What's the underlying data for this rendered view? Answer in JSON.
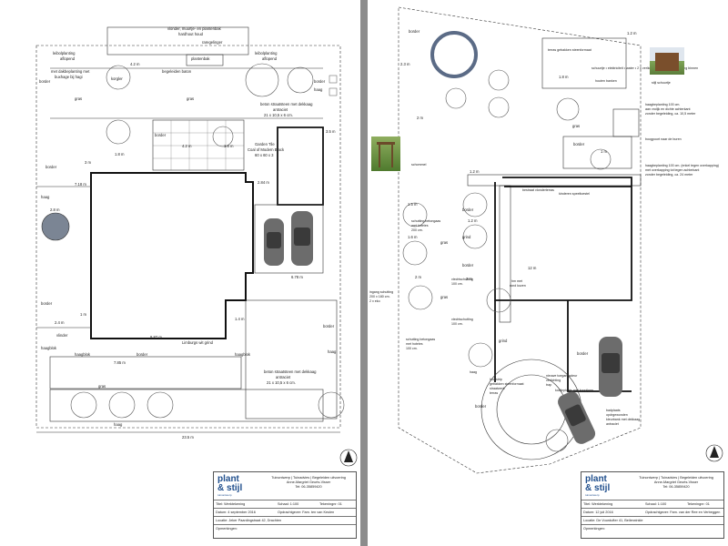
{
  "left_page": {
    "labels": {
      "vlonder": "vlonder, muurtje- en plantenbak",
      "hardhout": "hardhout houd",
      "reginning": "raregelinger",
      "plantenbak": "plantenbak",
      "leiboom_l": "leibolplanting",
      "afloopend_l": "aflopend",
      "leiboom_r": "leibolplanting",
      "afloopend_r": "aflopend",
      "dakbeplanting": "met dakbeplanting met",
      "buxushaag": "buxhage bij hagi",
      "begeleiden": "begeleiden baton",
      "korgler": "korgler",
      "border1": "border",
      "border2": "border",
      "border3": "border",
      "border4": "border",
      "border5": "border",
      "border6": "border",
      "border7": "border",
      "gras1": "gras",
      "gras2": "gras",
      "gras3": "gras",
      "haag1": "haag",
      "haag2": "haag",
      "haag3": "haag",
      "haag4": "haag",
      "beton1": "beton straatsteen met dekkaag",
      "antraciet1": "antraciet",
      "afm1": "21 x 10,5 x 6 cm.",
      "garden_tile": "Garden Tile",
      "coal_tile": "Coal of Modern Black",
      "tile_size": "60 x 60 x 3",
      "limburgs": "Limburgs wit grind",
      "beton2": "beton straatsteen met dekkaag",
      "antraciet2": "antraciet",
      "afm2": "21 x 10,5 x 6 cm.",
      "haagblok1": "haagblok",
      "haagblok2": "haagblok",
      "haagblok3": "haagblok",
      "vlinder": "vlinder",
      "dim_total": "23.5 m",
      "dim_785": "7.85 m",
      "dim_42": "4.2 m",
      "dim_42b": "4.2 m",
      "dim_18": "1.8 m",
      "dim_18b": "1.8 m",
      "dim_3": "3 m",
      "dim_678": "6.78 m",
      "dim_987": "9.87 m",
      "dim_24": "2.4 m",
      "dim_1": "1 m",
      "dim_14": "1.4 m",
      "dim_28": "2.8 m",
      "dim_284": "2.84 m",
      "dim_718": "7.18 m",
      "dim_35": "3.5 m"
    },
    "title_block": {
      "logo_plant": "plant",
      "logo_amp": "&",
      "logo_stijl": "stijl",
      "logo_tag": "tuinontwerp",
      "head_line1": "Tuinontwerp  |  Tuinadvies  |  Begeleiden uitvoering",
      "head_line2": "Anne-Margriet Geurts-Visser",
      "head_line3": "Tel: 06-35859420",
      "titel": "Titel: Werktekening",
      "schaal": "Schaal: 1:100",
      "tekening": "Tekeningnr: 01",
      "datum": "Datum: 4 september 2016",
      "opdrachtgever": "Opdrachtgever: Fam. ten van Keulen",
      "locatie": "Locatie: Jeker Paardingstraat 42, Drachten",
      "opmerkingen": "Opmerkingen:"
    }
  },
  "right_page": {
    "labels": {
      "border_a": "border",
      "border_b": "border",
      "border_c": "border",
      "border_d": "border",
      "border_e": "border",
      "border_f": "border",
      "gras_a": "gras",
      "gras_b": "gras",
      "gras_c": "gras",
      "grind_a": "grind",
      "grind_b": "grind",
      "dim_23": "2.3 m",
      "dim_2": "2 m",
      "dim_2b": "2 m",
      "dim_2c": "2 m",
      "dim_12": "1.2 m",
      "dim_12b": "1.2 m",
      "dim_12c": "1.2 m",
      "dim_15": "1.5 m",
      "dim_16": "1.6 m",
      "dim_1": "1 m",
      "dim_12m": "12 m",
      "dim_18m": "1.8 m",
      "schuur_lines": "schuurtje\n• elektriciteit\n• water\n• 2 x verlichting buiten\n• 1 verlichting binnen",
      "terras_label": "terras gebakken steenformaat",
      "houten_banken": "houten banken",
      "stijl_schuurtje": "stijl schuurtje",
      "haag1": "haagbeplanting 100 cm.",
      "haag1b": "aan vrolijk en dichte achterkant",
      "haag1c": "zonder begeleiding, ca. 10,5 meter",
      "boogpoort": "boogpoort naar de buren",
      "haag2": "haagbeplanting 100 cm. (enkel tegen overkapping)",
      "haag2b": "met overkapping tot tegen achterkant",
      "haag2c": "zonder begeleiding, ca. 24 meter",
      "schommel": "schommel",
      "bestraat": "bestraat vlonderterras",
      "kinderen": "kinderen speeltoestel",
      "schutting1": "schutting betongaas",
      "schutting1b": "met hoteies",
      "schutting1c": "200 cm.",
      "schutting2": "schutting betongaas",
      "schutting2b": "met hoteies",
      "schutting2c": "100 cm.",
      "vlechtschutting": "vlechtschutting",
      "vlechtb": "100 cm.",
      "vlechtschutting2": "vlechtschutting",
      "vlecht2b": "100 cm.",
      "ingang": "ingang schutting",
      "ingang2": "200 x 180 cm.",
      "ingang3": "2 x eko",
      "hmrond": "hm met",
      "hmrond2": "rond kozen",
      "nieuwe_toegang": "nieuwe toegangsdeur",
      "nieuwe_toegang2": "verlichting",
      "nieuwe_toegang3": "trap",
      "kozijnplaats": "kozijnplaats met koppijnen",
      "houtstrip": "houtstrip",
      "gebakken": "gebakken steenformaat",
      "gebakken2": "straatwerk",
      "terras2": "terras",
      "haag_rond": "haag",
      "badplaats": "badplaats",
      "badplaats2": "opdrgewonden",
      "kleurstok": "kleurbank met dekkaag",
      "kleurstok2": "antraciet"
    },
    "title_block": {
      "logo_plant": "plant",
      "logo_amp": "&",
      "logo_stijl": "stijl",
      "logo_tag": "tuinontwerp",
      "head_line1": "Tuinontwerp  |  Tuinadvies  |  Begeleiden uitvoering",
      "head_line2": "Anne-Margriet Geurts-Visser",
      "head_line3": "Tel: 06-35859420",
      "titel": "Titel: Werktekening",
      "schaal": "Schaal: 1:100",
      "tekening": "Tekeningnr: 01",
      "datum": "Datum: 12 juli 2016",
      "opdrachtgever": "Opdrachtgever: Fam. van der Ree en Verbeggen",
      "locatie": "Locatie: De Vuurdufter 41, Beilerwinkle",
      "opmerkingen": "Opmerkingen:"
    }
  }
}
